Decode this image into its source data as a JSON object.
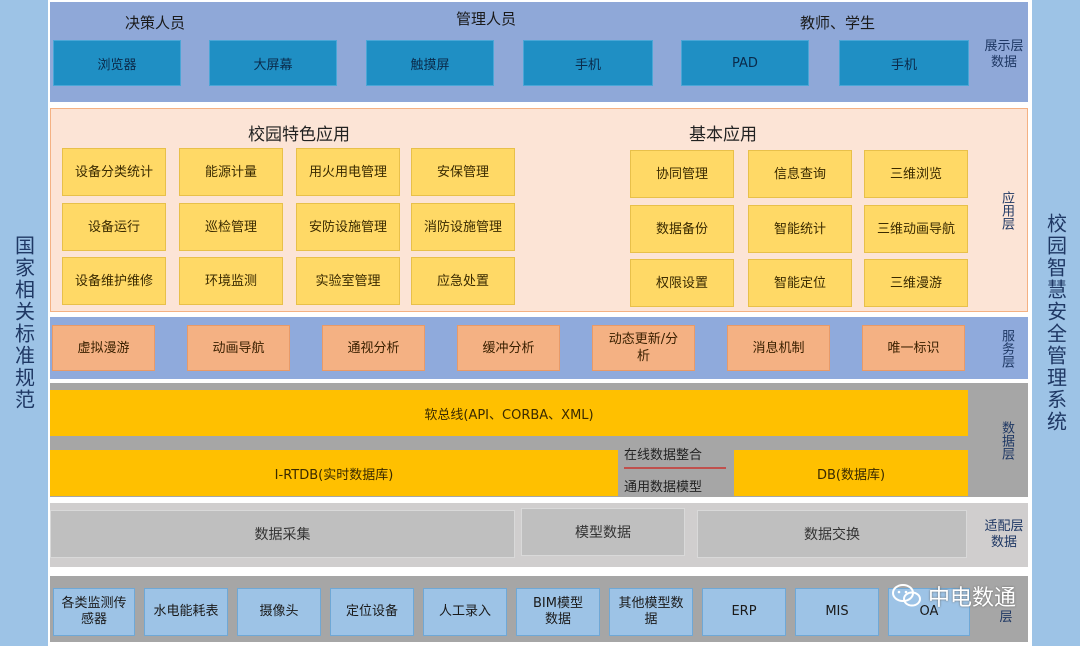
{
  "left_side": {
    "label": "国家相关标准规范"
  },
  "right_side": {
    "label": "校园智慧安全管理系统"
  },
  "display_layer": {
    "label": "展示层 数据",
    "audiences": [
      "决策人员",
      "管理人员",
      "教师、学生"
    ],
    "boxes": [
      "浏览器",
      "大屏幕",
      "触摸屏",
      "手机",
      "PAD",
      "手机"
    ]
  },
  "app_layer": {
    "label": "应用层",
    "special_title": "校园特色应用",
    "basic_title": "基本应用",
    "special_items": [
      "设备分类统计",
      "能源计量",
      "用火用电管理",
      "安保管理",
      "设备运行",
      "巡检管理",
      "安防设施管理",
      "消防设施管理",
      "设备维护维修",
      "环境监测",
      "实验室管理",
      "应急处置"
    ],
    "basic_items": [
      "协同管理",
      "信息查询",
      "三维浏览",
      "数据备份",
      "智能统计",
      "三维动画导航",
      "权限设置",
      "智能定位",
      "三维漫游"
    ]
  },
  "service_layer": {
    "label": "服务层",
    "items": [
      "虚拟漫游",
      "动画导航",
      "通视分析",
      "缓冲分析",
      "动态更新/分析",
      "消息机制",
      "唯一标识"
    ]
  },
  "data_layer": {
    "label": "数据层",
    "bus": "软总线(API、CORBA、XML)",
    "rtdb": "I-RTDB(实时数据库)",
    "db": "DB(数据库)",
    "middle_top": "在线数据整合",
    "middle_bottom": "通用数据模型"
  },
  "adapt_layer": {
    "label": "适配层 数据",
    "items": [
      "数据采集",
      "模型数据",
      "数据交换"
    ]
  },
  "source_layer": {
    "label": "层",
    "items": [
      "各类监测传感器",
      "水电能耗表",
      "摄像头",
      "定位设备",
      "人工录入",
      "BIM模型数据",
      "其他模型数据",
      "ERP",
      "MIS",
      "OA"
    ]
  },
  "watermark": {
    "text": "中电数通"
  },
  "colors": {
    "display_box": "#1f8fc4",
    "app_box": "#ffd966",
    "service_box": "#f4b183",
    "bus": "#ffc000",
    "source_box": "#9dc3e6"
  }
}
